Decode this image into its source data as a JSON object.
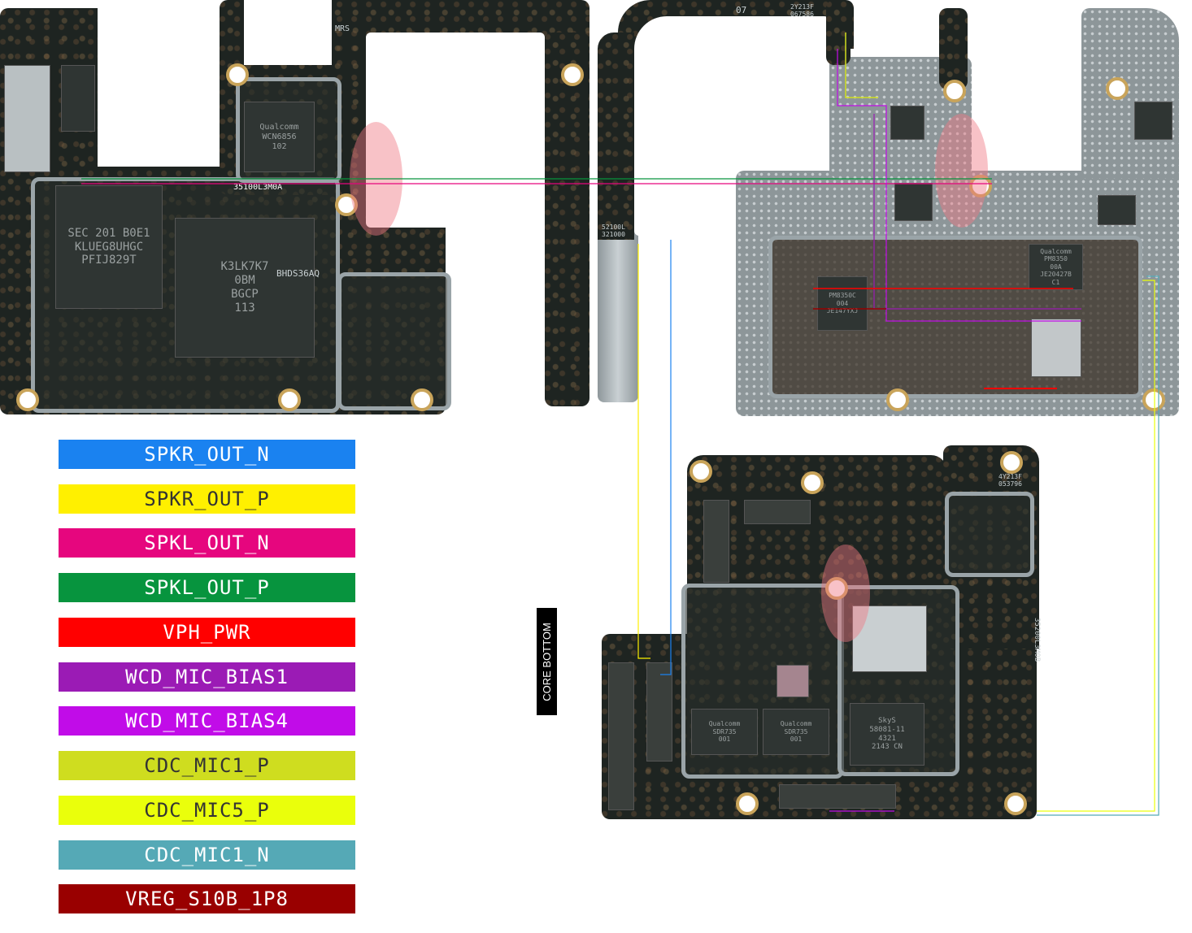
{
  "legend": [
    {
      "label": "SPKR_OUT_N",
      "bg": "#1a82f0",
      "fg": "#ffffff"
    },
    {
      "label": "SPKR_OUT_P",
      "bg": "#fff000",
      "fg": "#333333"
    },
    {
      "label": "SPKL_OUT_N",
      "bg": "#e6067e",
      "fg": "#ffffff"
    },
    {
      "label": "SPKL_OUT_P",
      "bg": "#07943e",
      "fg": "#ffffff"
    },
    {
      "label": "VPH_PWR",
      "bg": "#ff0000",
      "fg": "#ffffff"
    },
    {
      "label": "WCD_MIC_BIAS1",
      "bg": "#9b1bb5",
      "fg": "#ffffff"
    },
    {
      "label": "WCD_MIC_BIAS4",
      "bg": "#c10ce8",
      "fg": "#ffffff"
    },
    {
      "label": "CDC_MIC1_P",
      "bg": "#cfdd1f",
      "fg": "#333333"
    },
    {
      "label": "CDC_MIC5_P",
      "bg": "#eaff0b",
      "fg": "#333333"
    },
    {
      "label": "CDC_MIC1_N",
      "bg": "#55a9b6",
      "fg": "#ffffff"
    },
    {
      "label": "VREG_S10B_1P8",
      "bg": "#990000",
      "fg": "#ffffff"
    }
  ],
  "core_label": "CORE BOTTOM",
  "board_text": {
    "chip_qualcomm_1": "Qualcomm\nWCN6856\n102",
    "chip_flash": "SEC 201 B0E1\nKLUEG8UHGC\nPFIJ829T",
    "chip_ram": "K3LK7K7\n0BM\nBGCP\n113",
    "chip_ram_side": "BHDS36AQ",
    "chip_pm8350": "Qualcomm\nPM8350\n00A\nJE20427B\nC1",
    "chip_pm8350c": "PM8350C\n004\nJE147YXJ",
    "chip_sm8350": "Qualcomm\nSDR735\n001",
    "chip_skys": "SkyS\n58081-11\n4321\n2143 CN",
    "silk_35100": "35100L3M0A",
    "silk_2y213f": "2Y213F\n067586",
    "silk_4y213f": "4Y213F\n053796",
    "silk_52100": "52100L\n321000",
    "silk_35200": "35200L3M0B",
    "silk_mrs": "MRS",
    "silk_07": "07"
  }
}
